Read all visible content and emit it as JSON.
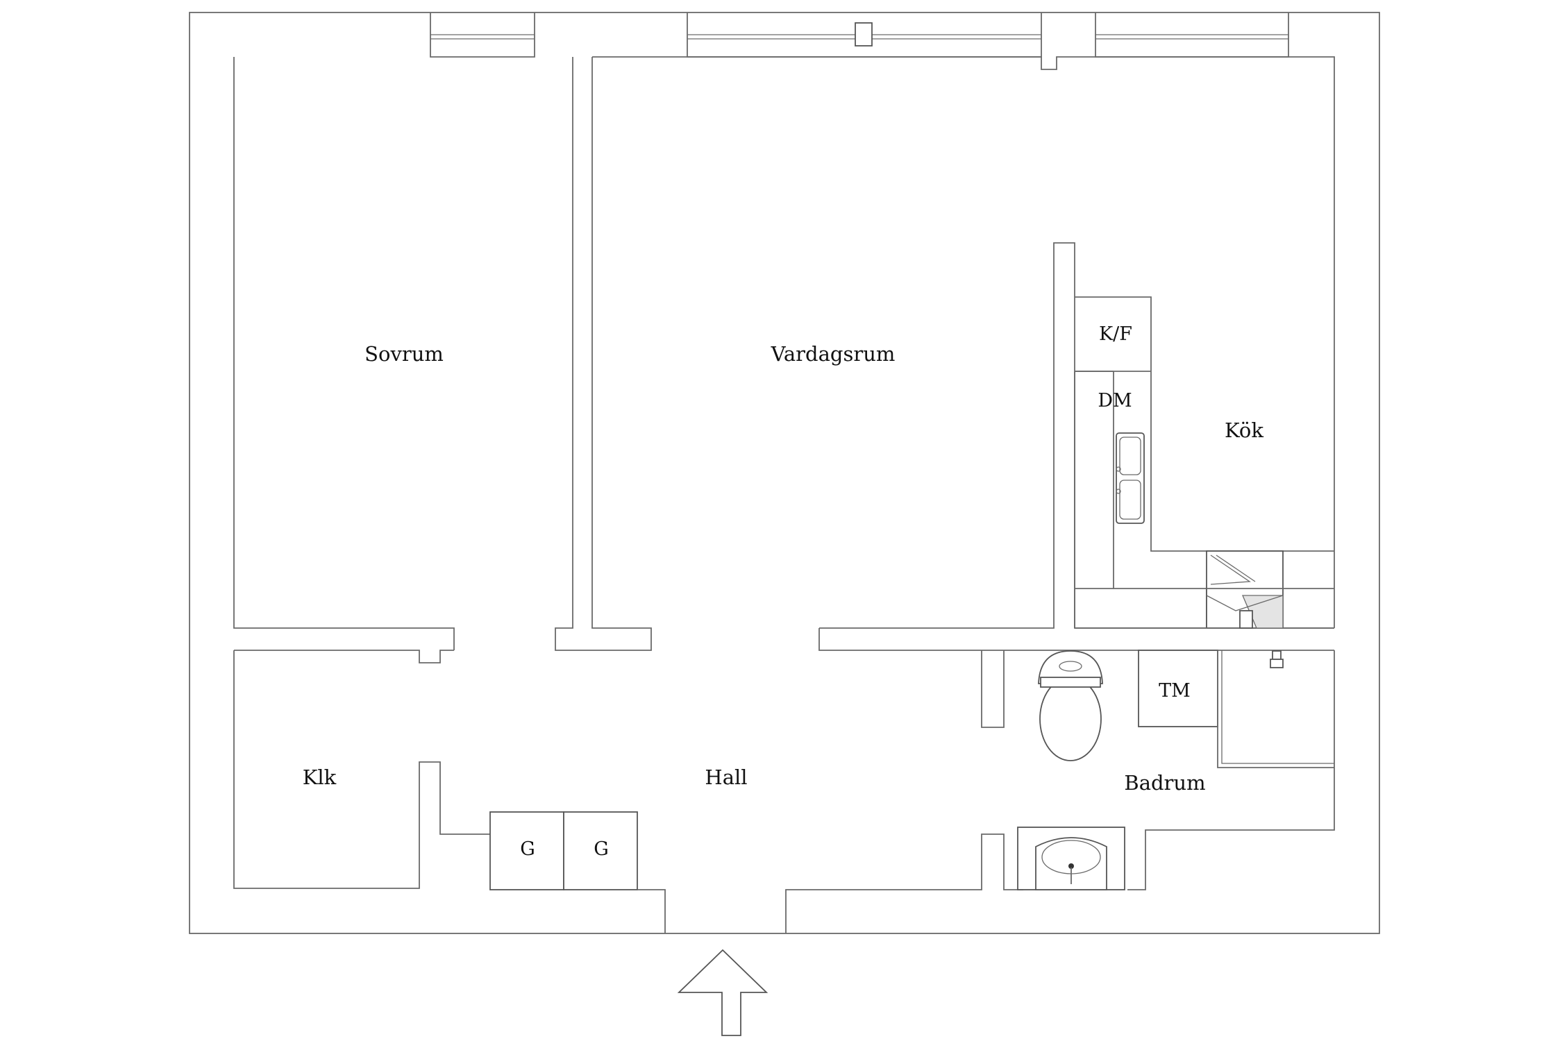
{
  "rooms": {
    "sovrum": "Sovrum",
    "vardagsrum": "Vardagsrum",
    "kok": "Kök",
    "hall": "Hall",
    "klk": "Klk",
    "badrum": "Badrum"
  },
  "fixtures": {
    "kf": "K/F",
    "dm": "DM",
    "tm": "TM",
    "g1": "G",
    "g2": "G"
  },
  "colors": {
    "wall": "#6a6a6a",
    "text": "#111111",
    "background": "#ffffff"
  }
}
